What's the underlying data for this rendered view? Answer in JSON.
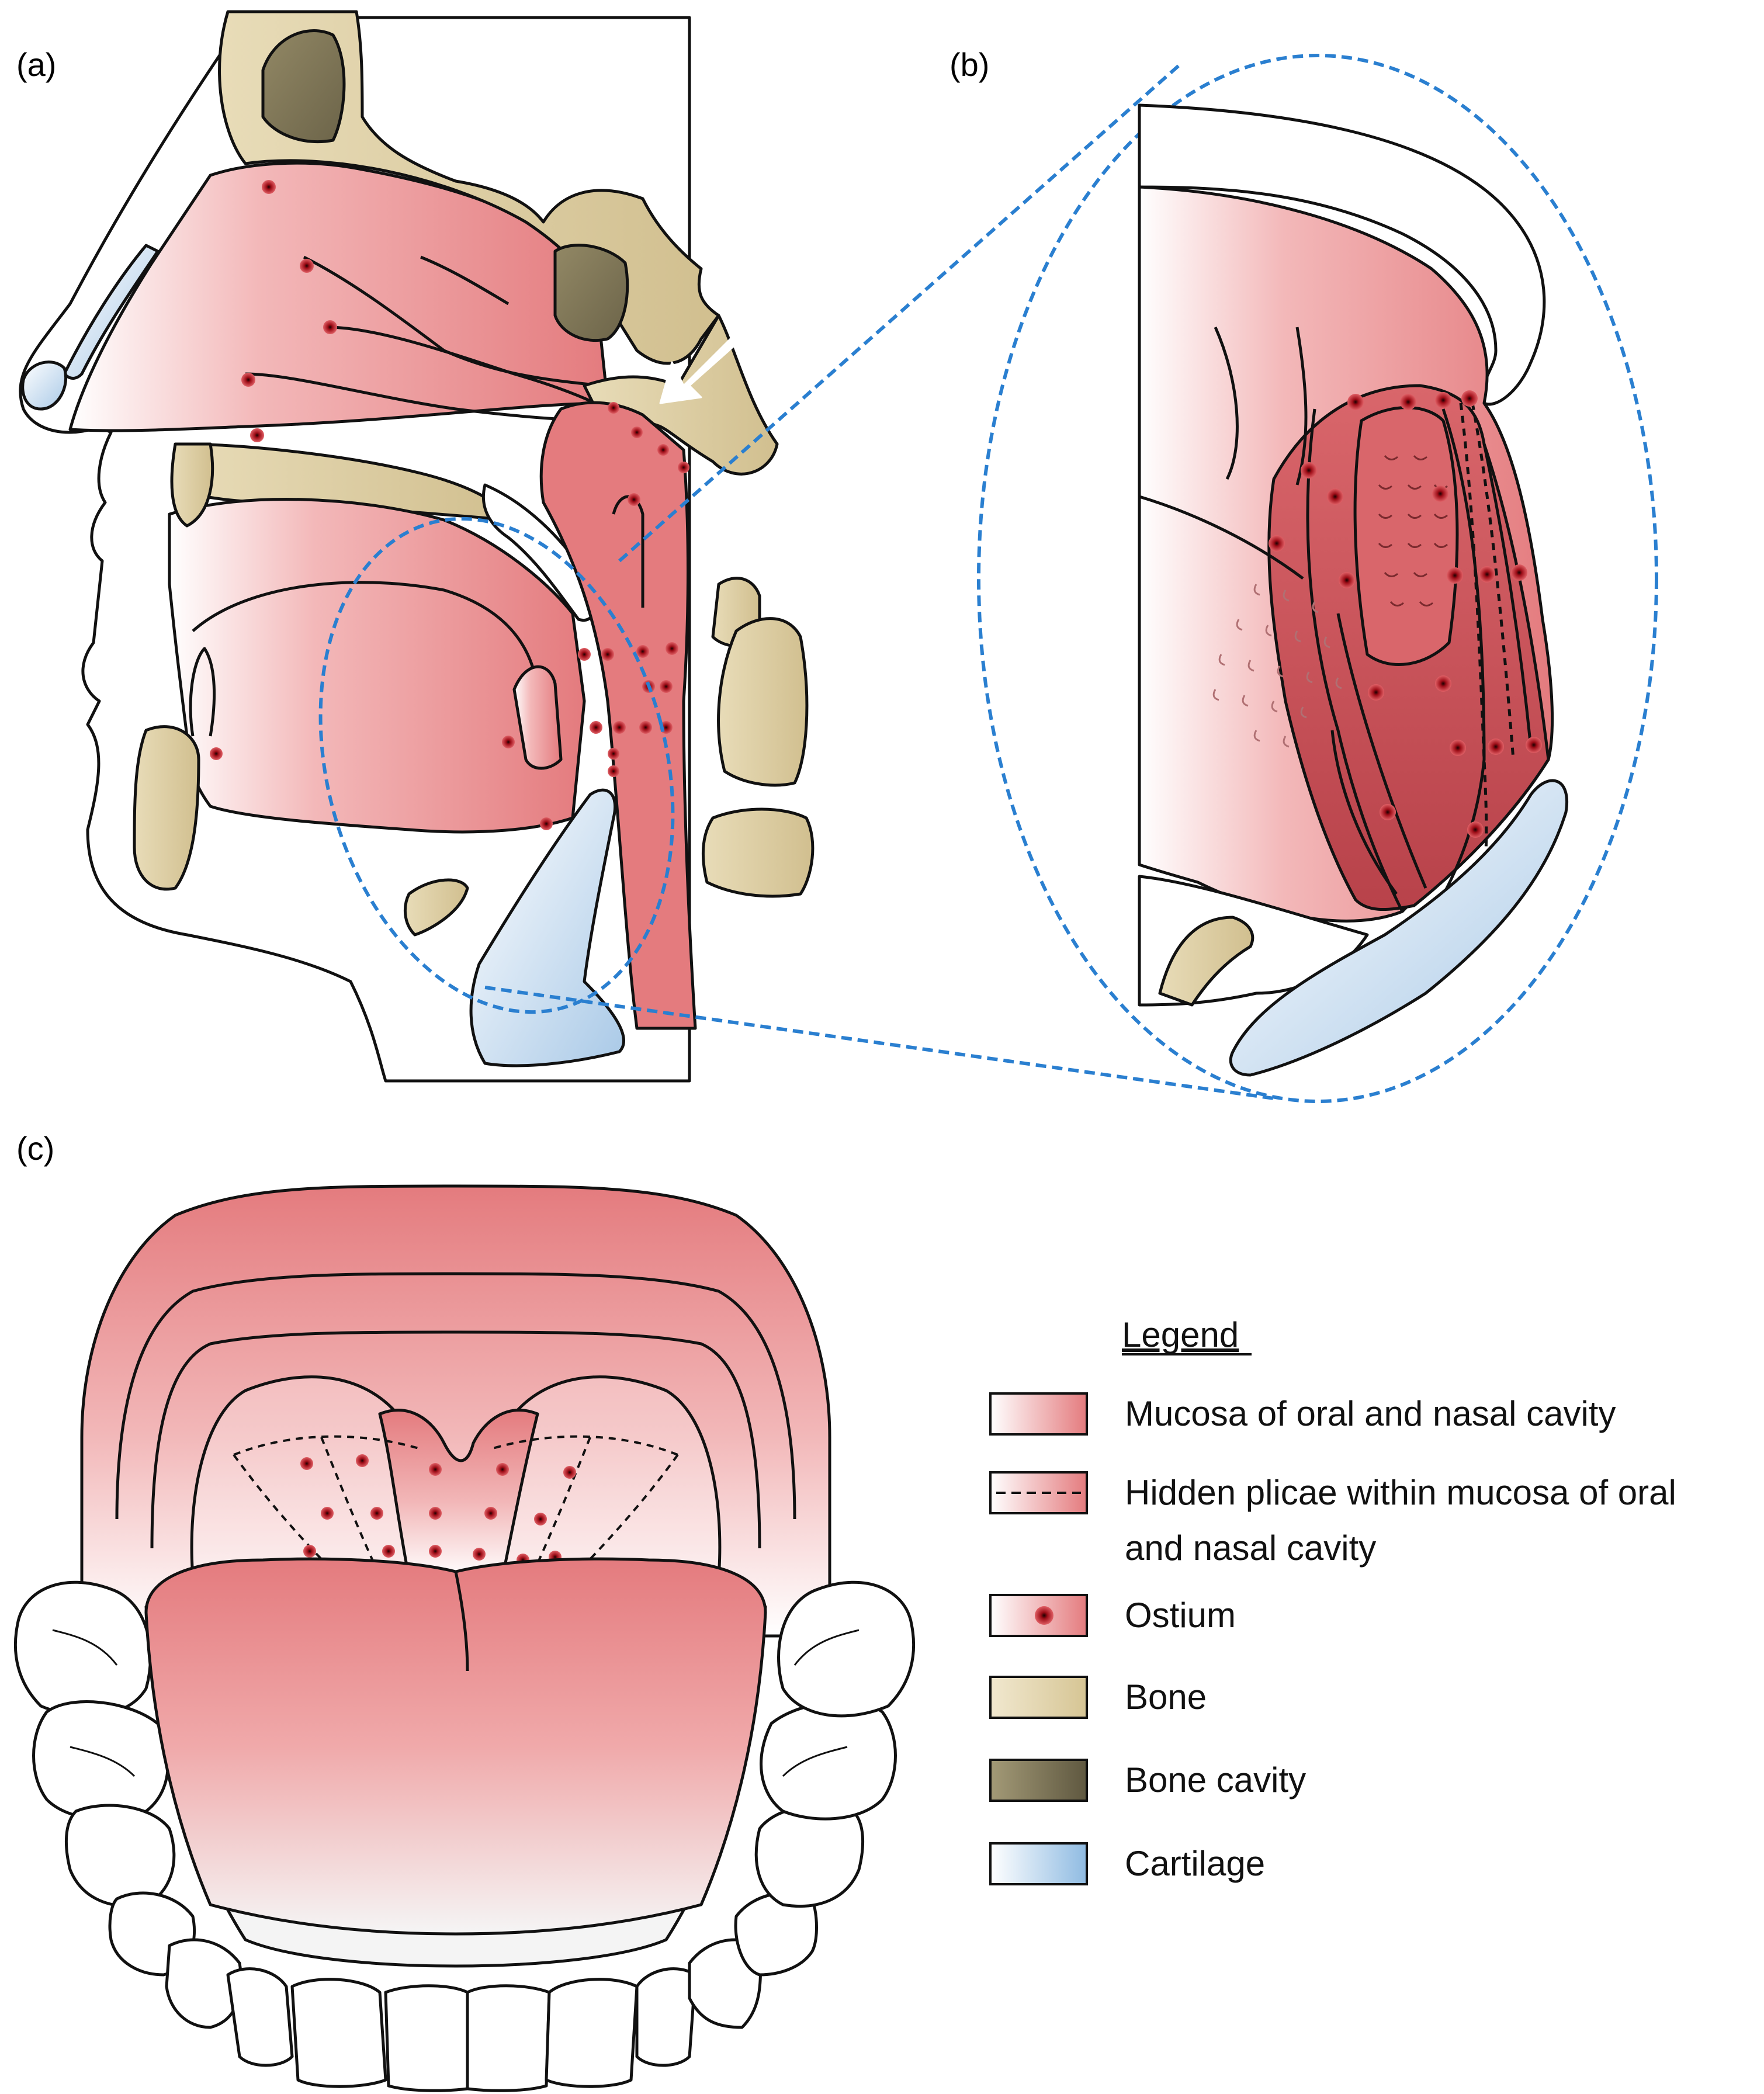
{
  "panels": {
    "a": "(a)",
    "b": "(b)",
    "c": "(c)"
  },
  "legend": {
    "title": "Legend",
    "items": [
      {
        "swatch": "mucosa",
        "line1": "Mucosa of oral and nasal cavity",
        "line2": ""
      },
      {
        "swatch": "hidden-plicae",
        "line1": "Hidden plicae within mucosa of oral",
        "line2": "and nasal cavity"
      },
      {
        "swatch": "ostium",
        "line1": "Ostium",
        "line2": ""
      },
      {
        "swatch": "bone",
        "line1": "Bone",
        "line2": ""
      },
      {
        "swatch": "bone-cavity",
        "line1": "Bone cavity",
        "line2": ""
      },
      {
        "swatch": "cartilage",
        "line1": "Cartilage",
        "line2": ""
      }
    ]
  },
  "colors": {
    "mucosa": "#e47b7e",
    "mucosa_dark": "#c94f55",
    "bone": "#d8c9a0",
    "bone_cavity": "#7d7457",
    "cartilage": "#bcd6ec",
    "ostium": "#b3121c",
    "zoom_outline": "#2a7fd0"
  }
}
